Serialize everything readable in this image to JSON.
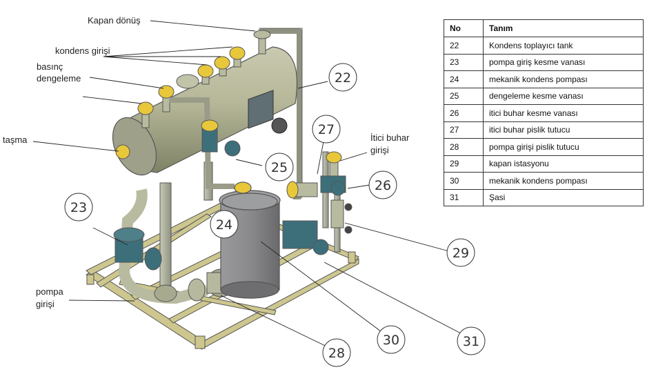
{
  "callouts": {
    "kapan_donus": "Kapan dönüş",
    "kondens_girisi": "kondens girişi",
    "basinc": "basınç",
    "dengeleme": "dengeleme",
    "tasma": "taşma",
    "itici_buhar": "İtici buhar",
    "girisi_right": "girişi",
    "pompa": "pompa",
    "girisi_left": "girişi"
  },
  "numbers": {
    "n22": "22",
    "n23": "23",
    "n24": "24",
    "n25": "25",
    "n26": "26",
    "n27": "27",
    "n28": "28",
    "n29": "29",
    "n30": "30",
    "n31": "31"
  },
  "legend": {
    "header_no": "No",
    "header_desc": "Tanım",
    "rows": [
      {
        "no": "22",
        "desc": "Kondens toplayıcı tank"
      },
      {
        "no": "23",
        "desc": "pompa giriş kesme vanası"
      },
      {
        "no": "24",
        "desc": "mekanik kondens pompası"
      },
      {
        "no": "25",
        "desc": "dengeleme kesme vanası"
      },
      {
        "no": "26",
        "desc": "itici buhar kesme vanası"
      },
      {
        "no": "27",
        "desc": "itici buhar pislik tutucu"
      },
      {
        "no": "28",
        "desc": "pompa girişi pislik tutucu"
      },
      {
        "no": "29",
        "desc": "kapan istasyonu"
      },
      {
        "no": "30",
        "desc": "mekanik kondens pompası"
      },
      {
        "no": "31",
        "desc": "Şasi"
      }
    ]
  },
  "colors": {
    "frame": "#c9c48a",
    "tank": "#a7a98a",
    "flange_yellow": "#e8c83a",
    "valve_teal": "#3d6f7a",
    "pump_gray": "#8e8e90"
  }
}
